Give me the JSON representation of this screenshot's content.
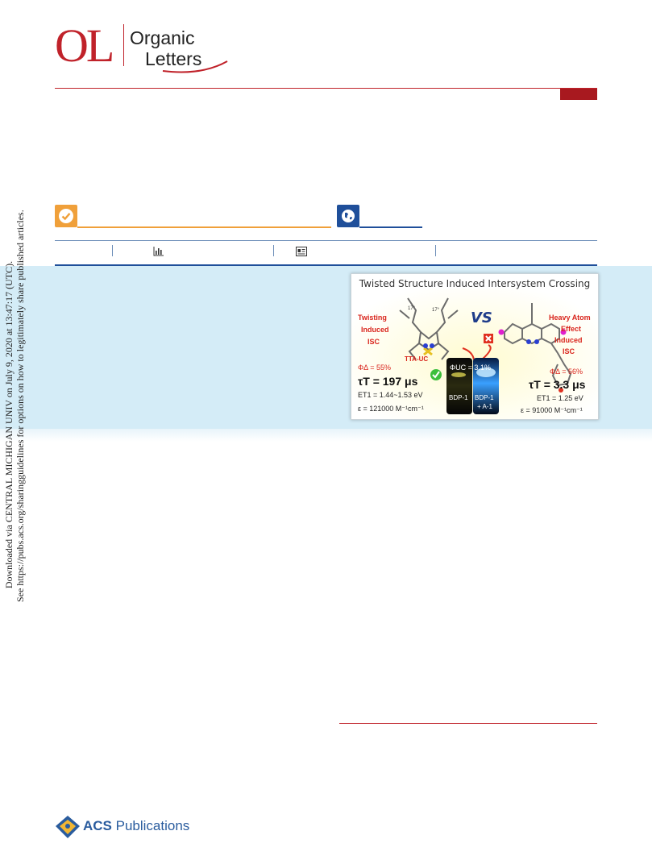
{
  "journal": {
    "mark": "OL",
    "name_line1": "Organic",
    "name_line2": "Letters",
    "brand_color": "#c0222a"
  },
  "badges": {
    "open_access_icon": "check-circle-icon",
    "license_icon": "globe-icon",
    "open_access_color": "#f0a03a",
    "license_color": "#1f4f9a"
  },
  "metrics_bar": {
    "metrics_icon": "bar-chart-icon",
    "recommended_icon": "article-list-icon"
  },
  "toc_graphic": {
    "title": "Twisted Structure Induced Intersystem Crossing",
    "left_label": [
      "Twisting",
      "Induced",
      "ISC"
    ],
    "vs": "VS",
    "right_label": [
      "Heavy Atom",
      "Effect",
      "Induced",
      "ISC"
    ],
    "tta_uc": "TTA-UC",
    "angle_left": "17°",
    "angle_right": "17°",
    "left_phi": "ΦΔ = 55%",
    "left_tau": "τT = 197 μs",
    "left_energy": "ET1 = 1.44~1.53 eV",
    "left_epsilon": "ε = 121000 M⁻¹cm⁻¹",
    "uc_yield": "ΦUC = 3.1%",
    "vial1": "BDP-1",
    "vial2_line1": "BDP-1",
    "vial2_line2": "+ A-1",
    "right_phi": "ΦΔ = 56%",
    "right_tau": "τT = 3.3 μs",
    "right_energy": "ET1 = 1.25 eV",
    "right_epsilon": "ε = 91000 M⁻¹cm⁻¹"
  },
  "download_note": {
    "line1": "Downloaded via CENTRAL MICHIGAN UNIV on July 9, 2020 at 13:47:17 (UTC).",
    "line2": "See https://pubs.acs.org/sharingguidelines for options on how to legitimately share published articles."
  },
  "publisher": {
    "name_bold": "ACS",
    "name_rest": " Publications",
    "color": "#2a5c9e"
  }
}
